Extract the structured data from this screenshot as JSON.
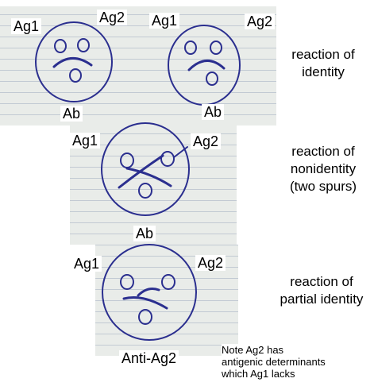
{
  "row1": {
    "left_ag1": "Ag1",
    "left_ag2": "Ag2",
    "left_ab": "Ab",
    "right_ag1": "Ag1",
    "right_ag2": "Ag2",
    "right_ab": "Ab",
    "caption_line1": "reaction of",
    "caption_line2": "identity"
  },
  "row2": {
    "ag1": "Ag1",
    "ag2": "Ag2",
    "ab": "Ab",
    "caption_line1": "reaction of",
    "caption_line2": "nonidentity",
    "caption_line3": "(two spurs)"
  },
  "row3": {
    "ag1": "Ag1",
    "ag2": "Ag2",
    "antibody": "Anti-Ag2",
    "caption_line1": "reaction of",
    "caption_line2": "partial identity"
  },
  "note": {
    "line1": "Note Ag2 has",
    "line2": "antigenic determinants",
    "line3": "which Ag1 lacks"
  },
  "colors": {
    "ink": "#2b2f8f",
    "paper": "#e9ece9"
  }
}
